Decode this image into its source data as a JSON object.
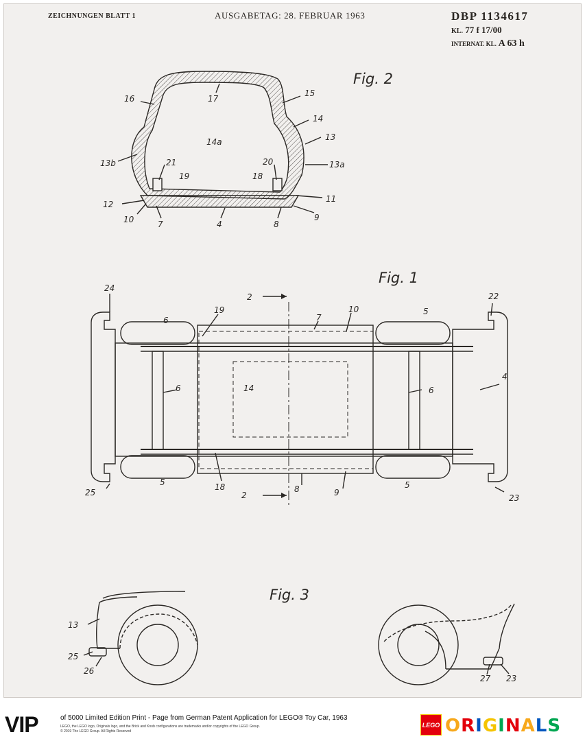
{
  "header": {
    "sheet_label": "ZEICHNUNGEN BLATT 1",
    "issue_date": "AUSGABETAG: 28. FEBRUAR 1963",
    "patent_number": "DBP 1134617",
    "class_prefix": "KL.",
    "class_value": "77 f   17/00",
    "intl_class_prefix": "INTERNAT. KL.",
    "intl_class_value": "A 63 h"
  },
  "figures": {
    "fig2": {
      "title": "Fig. 2",
      "labels": [
        "17",
        "16",
        "15",
        "14",
        "14a",
        "13",
        "13a",
        "13b",
        "21",
        "19",
        "20",
        "18",
        "12",
        "11",
        "10",
        "7",
        "4",
        "8",
        "9"
      ]
    },
    "fig1": {
      "title": "Fig. 1",
      "labels": [
        "24",
        "2",
        "19",
        "7",
        "10",
        "5",
        "22",
        "6",
        "14",
        "6",
        "4",
        "5",
        "18",
        "8",
        "9",
        "5",
        "25",
        "2",
        "23"
      ]
    },
    "fig3": {
      "title": "Fig. 3",
      "labels": [
        "13",
        "25",
        "26",
        "27",
        "23"
      ]
    }
  },
  "footer": {
    "vip": "VIP",
    "caption": "of 5000 Limited Edition Print - Page from German Patent Application for LEGO® Toy Car, 1963",
    "legal_line_1": "LEGO, the LEGO logo, Originals logo, and the Brick and Knob configurations are trademarks and/or copyrights of the LEGO Group.",
    "legal_line_2": "© 2019 The LEGO Group. All Rights Reserved",
    "logo_word": "LEGO",
    "brand_letters": [
      "O",
      "R",
      "I",
      "G",
      "I",
      "N",
      "A",
      "L",
      "S"
    ],
    "brand_colors": [
      "#f7a81b",
      "#e3000b",
      "#0055bf",
      "#f5c400",
      "#00a651",
      "#e3000b",
      "#f7a81b",
      "#0055bf",
      "#00a651"
    ]
  },
  "colors": {
    "paper": "#f2f0ee",
    "ink": "#2b2825",
    "lego_red": "#e3000b"
  }
}
